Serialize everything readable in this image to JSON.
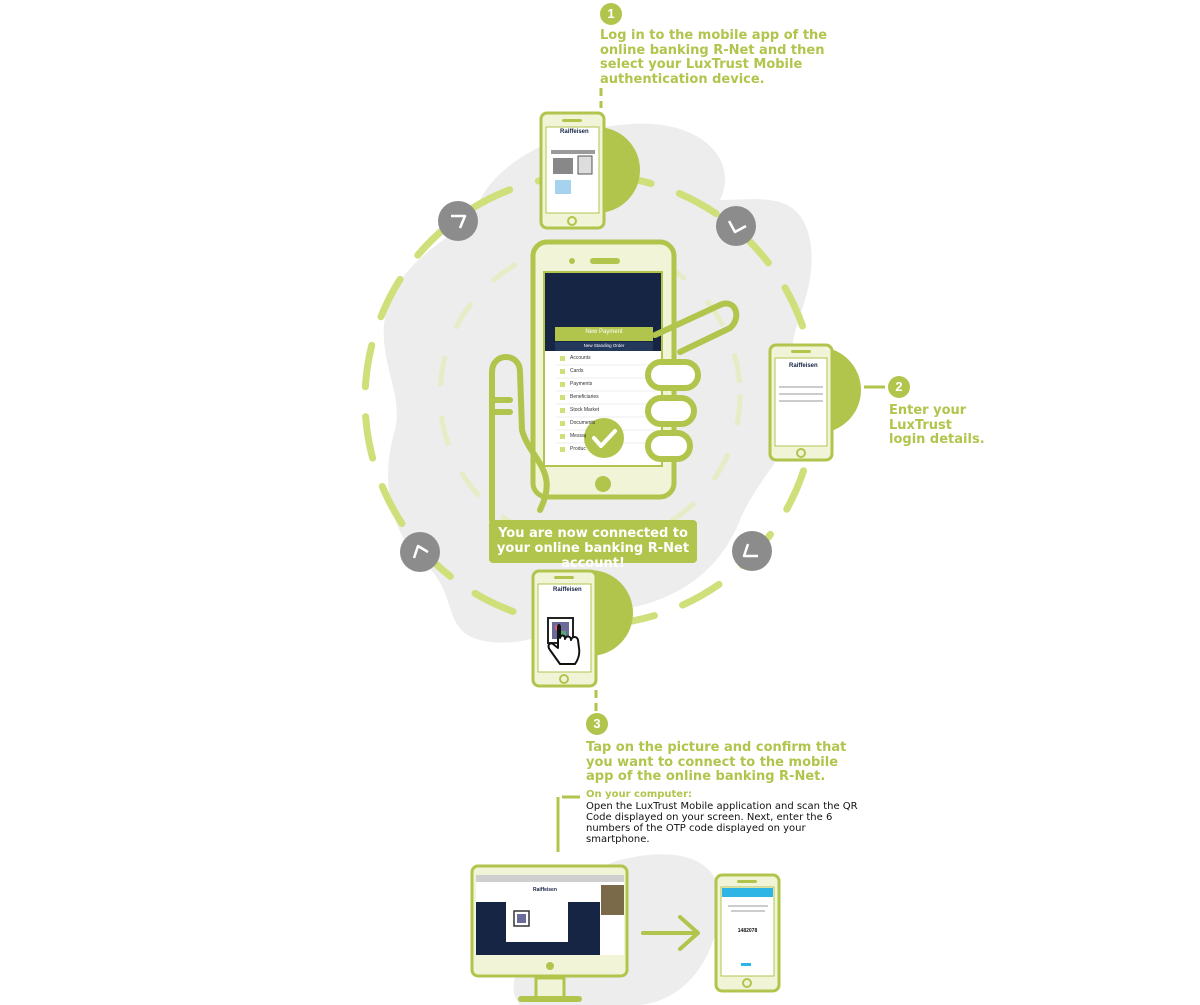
{
  "steps": {
    "one": {
      "number": "1",
      "text": "Log in to the mobile app of the online banking R-Net and then select your LuxTrust Mobile authentication device."
    },
    "two": {
      "number": "2",
      "text": "Enter your LuxTrust login details."
    },
    "three": {
      "number": "3",
      "text": "Tap on the picture and confirm that you want to connect to the mobile app of the online banking R-Net."
    }
  },
  "computer": {
    "title": "On your computer:",
    "text": "Open the LuxTrust Mobile application and scan the QR Code displayed on your screen. Next, enter the 6 numbers of the OTP code displayed on your smartphone."
  },
  "banner": {
    "text": "You are now connected to your online banking R-Net account!"
  },
  "brand": {
    "name": "Raiffeisen"
  },
  "app_menu": {
    "new_payment": "New Payment",
    "new_standing_order": "New Standing Order",
    "items": [
      "Accounts",
      "Cards",
      "Payments",
      "Beneficiaries",
      "Stock Market",
      "Documents",
      "Messages",
      "Products"
    ]
  },
  "otp": {
    "code": "1482078"
  },
  "colors": {
    "accent": "#b1c54d",
    "light_green": "#cfe07a",
    "phone_fill": "#f2f4d8",
    "navy": "#162543",
    "gray_blob": "#ededed",
    "arrow_circle": "#8c8c8c"
  },
  "icons": [
    "checkmark-icon",
    "hand-pointer-icon",
    "arrow-right-icon",
    "cycle-arrow-icon"
  ]
}
